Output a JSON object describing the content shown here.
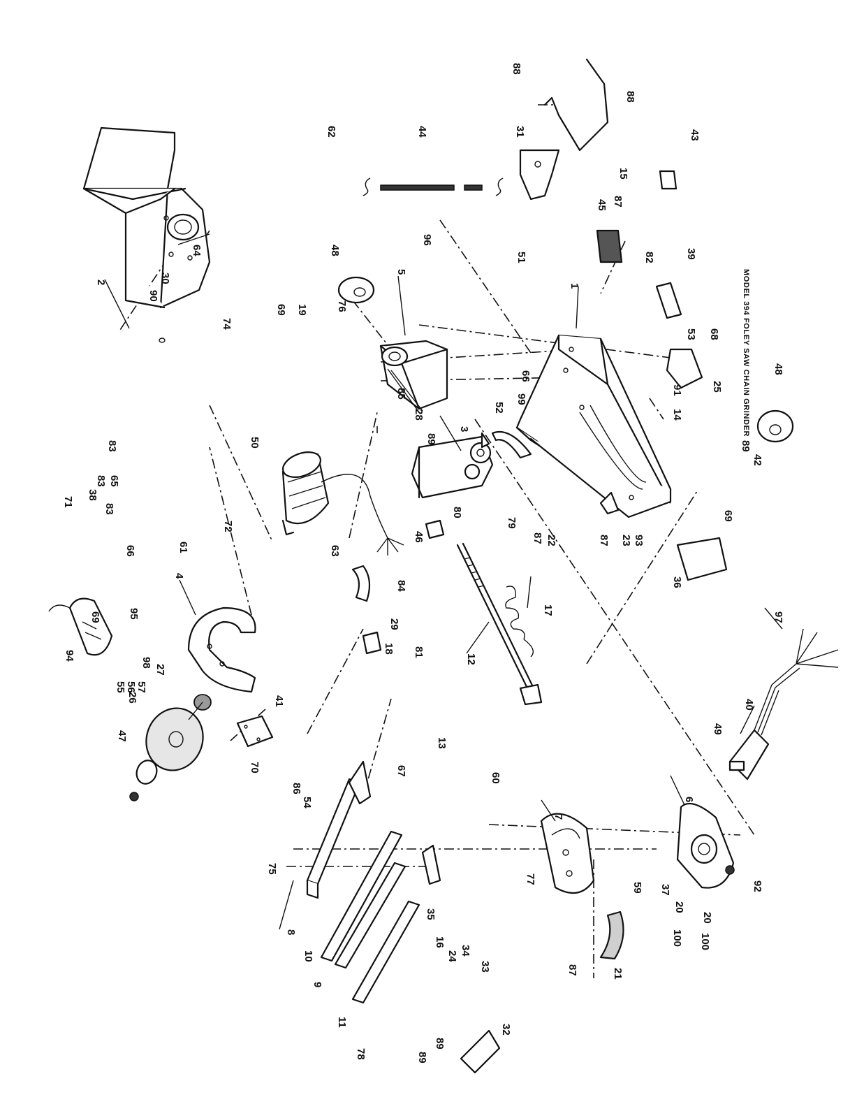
{
  "title": "MODEL 394 FOLEY SAW CHAIN GRINDER",
  "callouts": [
    {
      "id": "c1",
      "text": "1"
    },
    {
      "id": "c2",
      "text": "2"
    },
    {
      "id": "c3",
      "text": "3"
    },
    {
      "id": "c4",
      "text": "4"
    },
    {
      "id": "c5",
      "text": "5"
    },
    {
      "id": "c6",
      "text": "6"
    },
    {
      "id": "c7",
      "text": "7"
    },
    {
      "id": "c8",
      "text": "8"
    },
    {
      "id": "c9",
      "text": "9"
    },
    {
      "id": "c10",
      "text": "10"
    },
    {
      "id": "c11",
      "text": "11"
    },
    {
      "id": "c12",
      "text": "12"
    },
    {
      "id": "c13",
      "text": "13"
    },
    {
      "id": "c14",
      "text": "14"
    },
    {
      "id": "c15",
      "text": "15"
    },
    {
      "id": "c16",
      "text": "16"
    },
    {
      "id": "c17",
      "text": "17"
    },
    {
      "id": "c18",
      "text": "18"
    },
    {
      "id": "c19",
      "text": "19"
    },
    {
      "id": "c20a",
      "text": "20"
    },
    {
      "id": "c20b",
      "text": "20"
    },
    {
      "id": "c21",
      "text": "21"
    },
    {
      "id": "c22",
      "text": "22"
    },
    {
      "id": "c23",
      "text": "23"
    },
    {
      "id": "c24",
      "text": "24"
    },
    {
      "id": "c25",
      "text": "25"
    },
    {
      "id": "c26",
      "text": "26"
    },
    {
      "id": "c27",
      "text": "27"
    },
    {
      "id": "c28",
      "text": "28"
    },
    {
      "id": "c29",
      "text": "29"
    },
    {
      "id": "c30",
      "text": "30"
    },
    {
      "id": "c31",
      "text": "31"
    },
    {
      "id": "c32",
      "text": "32"
    },
    {
      "id": "c33",
      "text": "33"
    },
    {
      "id": "c34",
      "text": "34"
    },
    {
      "id": "c35",
      "text": "35"
    },
    {
      "id": "c36",
      "text": "36"
    },
    {
      "id": "c37",
      "text": "37"
    },
    {
      "id": "c38",
      "text": "38"
    },
    {
      "id": "c39",
      "text": "39"
    },
    {
      "id": "c40",
      "text": "40"
    },
    {
      "id": "c41",
      "text": "41"
    },
    {
      "id": "c42",
      "text": "42"
    },
    {
      "id": "c43",
      "text": "43"
    },
    {
      "id": "c44",
      "text": "44"
    },
    {
      "id": "c45",
      "text": "45"
    },
    {
      "id": "c46",
      "text": "46"
    },
    {
      "id": "c47",
      "text": "47"
    },
    {
      "id": "c48a",
      "text": "48"
    },
    {
      "id": "c48b",
      "text": "48"
    },
    {
      "id": "c49",
      "text": "49"
    },
    {
      "id": "c50",
      "text": "50"
    },
    {
      "id": "c51",
      "text": "51"
    },
    {
      "id": "c52",
      "text": "52"
    },
    {
      "id": "c53",
      "text": "53"
    },
    {
      "id": "c54",
      "text": "54"
    },
    {
      "id": "c55",
      "text": "55"
    },
    {
      "id": "c56",
      "text": "56"
    },
    {
      "id": "c57",
      "text": "57"
    },
    {
      "id": "c59",
      "text": "59"
    },
    {
      "id": "c60",
      "text": "60"
    },
    {
      "id": "c61",
      "text": "61"
    },
    {
      "id": "c62",
      "text": "62"
    },
    {
      "id": "c63",
      "text": "63"
    },
    {
      "id": "c64",
      "text": "64"
    },
    {
      "id": "c65a",
      "text": "65"
    },
    {
      "id": "c66a",
      "text": "66"
    },
    {
      "id": "c66b",
      "text": "66"
    },
    {
      "id": "c67",
      "text": "67"
    },
    {
      "id": "c68",
      "text": "68"
    },
    {
      "id": "c69a",
      "text": "69"
    },
    {
      "id": "c69b",
      "text": "69"
    },
    {
      "id": "c69c",
      "text": "69"
    },
    {
      "id": "c70",
      "text": "70"
    },
    {
      "id": "c71",
      "text": "71"
    },
    {
      "id": "c72",
      "text": "72"
    },
    {
      "id": "c74",
      "text": "74"
    },
    {
      "id": "c75",
      "text": "75"
    },
    {
      "id": "c76",
      "text": "76"
    },
    {
      "id": "c77",
      "text": "77"
    },
    {
      "id": "c78",
      "text": "78"
    },
    {
      "id": "c79",
      "text": "79"
    },
    {
      "id": "c80",
      "text": "80"
    },
    {
      "id": "c81",
      "text": "81"
    },
    {
      "id": "c82",
      "text": "82"
    },
    {
      "id": "c83a",
      "text": "83"
    },
    {
      "id": "c83b",
      "text": "83"
    },
    {
      "id": "c83c",
      "text": "83"
    },
    {
      "id": "c84",
      "text": "84"
    },
    {
      "id": "c85",
      "text": "85"
    },
    {
      "id": "c86",
      "text": "86"
    },
    {
      "id": "c87a",
      "text": "87"
    },
    {
      "id": "c87b",
      "text": "87"
    },
    {
      "id": "c87c",
      "text": "87"
    },
    {
      "id": "c87d",
      "text": "87"
    },
    {
      "id": "c88a",
      "text": "88"
    },
    {
      "id": "c88b",
      "text": "88"
    },
    {
      "id": "c89a",
      "text": "89"
    },
    {
      "id": "c89b",
      "text": "89"
    },
    {
      "id": "c89c",
      "text": "89"
    },
    {
      "id": "c89d",
      "text": "89"
    },
    {
      "id": "c90",
      "text": "90"
    },
    {
      "id": "c91",
      "text": "91"
    },
    {
      "id": "c92",
      "text": "92"
    },
    {
      "id": "c93",
      "text": "93"
    },
    {
      "id": "c94",
      "text": "94"
    },
    {
      "id": "c95",
      "text": "95"
    },
    {
      "id": "c96",
      "text": "96"
    },
    {
      "id": "c97",
      "text": "97"
    },
    {
      "id": "c98",
      "text": "98"
    },
    {
      "id": "c99",
      "text": "99"
    },
    {
      "id": "c100a",
      "text": "100"
    },
    {
      "id": "c100b",
      "text": "100"
    }
  ]
}
